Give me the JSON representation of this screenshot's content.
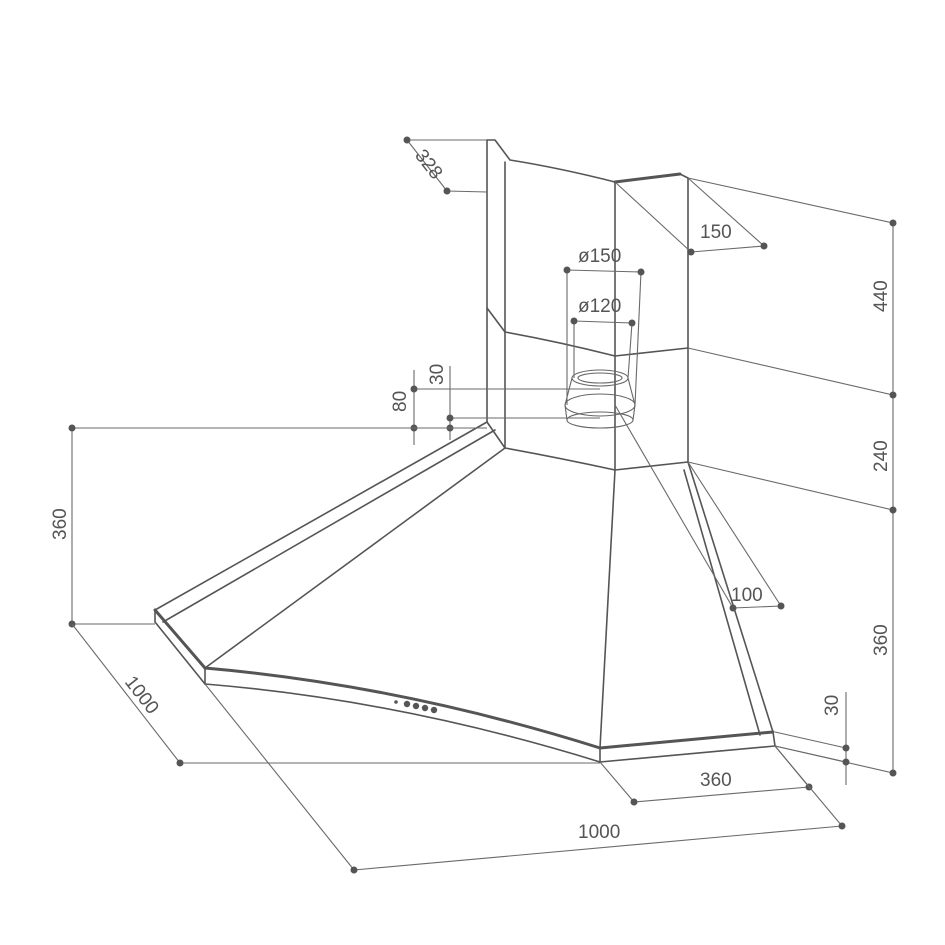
{
  "diagram": {
    "dimensions": {
      "chimney_depth": "328",
      "chimney_width": "150",
      "outlet_outer": "ø150",
      "outlet_inner": "ø120",
      "outlet_offset": "30",
      "outlet_height": "80",
      "canopy_height_left": "360",
      "chimney_upper": "440",
      "chimney_lower": "240",
      "canopy_height_right": "360",
      "canopy_rim": "30",
      "canopy_side": "100",
      "side_depth": "360",
      "width_left": "1000",
      "width_front": "1000"
    },
    "colors": {
      "line": "#555555",
      "background": "#ffffff"
    }
  }
}
